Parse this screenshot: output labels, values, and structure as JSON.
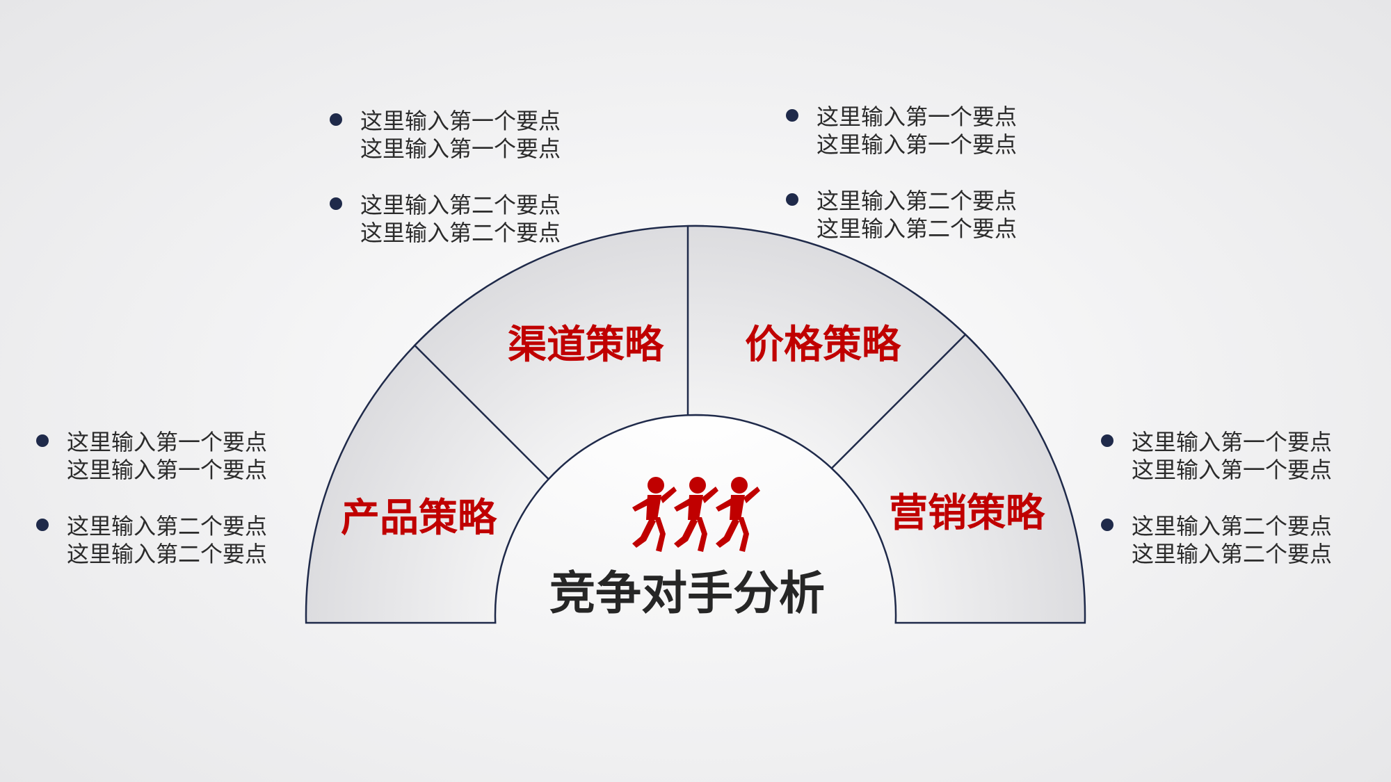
{
  "colors": {
    "accent_red": "#c00000",
    "outline_navy": "#1f2a4a",
    "title_dark": "#262626",
    "bullet_navy": "#1f2a4a"
  },
  "center": {
    "title": "竞争对手分析",
    "icon": "running-people-icon"
  },
  "segments": [
    {
      "label": "产品策略"
    },
    {
      "label": "渠道策略"
    },
    {
      "label": "价格策略"
    },
    {
      "label": "营销策略"
    }
  ],
  "notes": [
    {
      "items": [
        "这里输入第一个要点这里输入第一个要点",
        "这里输入第二个要点这里输入第二个要点"
      ]
    },
    {
      "items": [
        "这里输入第一个要点这里输入第一个要点",
        "这里输入第二个要点这里输入第二个要点"
      ]
    },
    {
      "items": [
        "这里输入第一个要点这里输入第一个要点",
        "这里输入第二个要点这里输入第二个要点"
      ]
    },
    {
      "items": [
        "这里输入第一个要点这里输入第一个要点",
        "这里输入第二个要点这里输入第二个要点"
      ]
    }
  ]
}
